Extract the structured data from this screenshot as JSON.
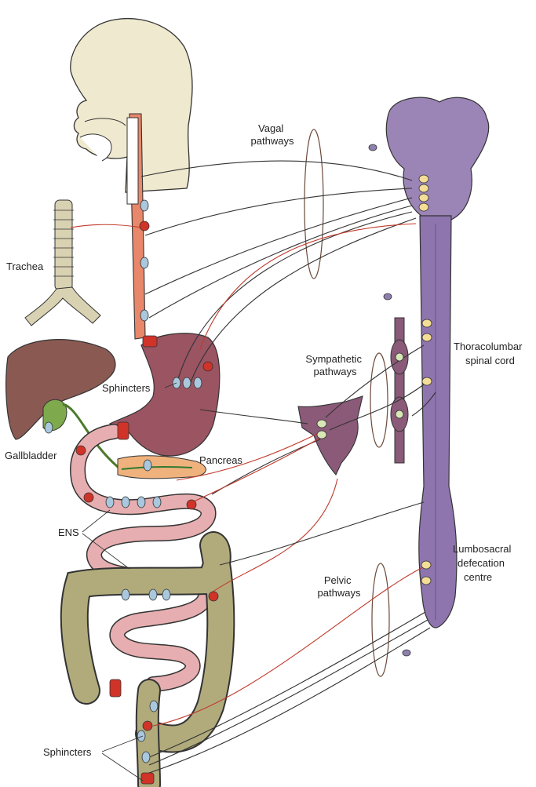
{
  "labels": {
    "vagal_line1": "Vagal",
    "vagal_line2": "pathways",
    "trachea": "Trachea",
    "thoracolumbar_line1": "Thoracolumbar",
    "thoracolumbar_line2": "spinal cord",
    "sympathetic_line1": "Sympathetic",
    "sympathetic_line2": "pathways",
    "sphincters_top": "Sphincters",
    "gallbladder": "Gallbladder",
    "pancreas": "Pancreas",
    "ens": "ENS",
    "lumbosacral_line1": "Lumbosacral",
    "lumbosacral_line2": "defecation",
    "lumbosacral_line3": "centre",
    "pelvic_line1": "Pelvic",
    "pelvic_line2": "pathways",
    "sphincters_bottom": "Sphincters"
  },
  "colors": {
    "head": "#efe9cf",
    "esophagus": "#e8876a",
    "stomach": "#9a5462",
    "liver": "#8a5a52",
    "gallbladder": "#7ea94d",
    "pancreas": "#f0b27d",
    "small_intestine": "#e6aeb0",
    "colon": "#b1ab7c",
    "brainstem": "#9b84b6",
    "spinal_cord": "#8e75ae",
    "ganglion": "#8a5a78",
    "sphincter": "#d03328",
    "neuron_blue": "#a9c8de",
    "neuron_yellow": "#f4dd96",
    "pathway_red": "#c0392b",
    "pathway_dark": "#333333"
  }
}
